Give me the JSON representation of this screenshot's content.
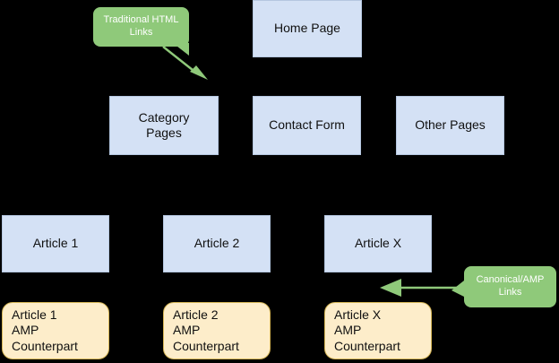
{
  "diagram": {
    "title": "AMP site structure diagram",
    "colors": {
      "background": "#000000",
      "page_box_fill": "#d4e1f5",
      "page_box_stroke": "#b5c7e0",
      "amp_box_fill": "#fdedca",
      "amp_box_stroke": "#d6b656",
      "callout_fill": "#8fc97a",
      "callout_text": "#ffffff",
      "arrow_color": "#8fc97a"
    },
    "callouts": [
      {
        "id": "traditional-html-links",
        "label": "Traditional HTML\nLinks"
      },
      {
        "id": "canonical-amp-links",
        "label": "Canonical/AMP\nLinks"
      }
    ],
    "pages": {
      "home": "Home Page",
      "category": "Category\nPages",
      "contact": "Contact Form",
      "other": "Other Pages"
    },
    "articles": [
      {
        "id": "article-1",
        "label": "Article 1"
      },
      {
        "id": "article-2",
        "label": "Article 2"
      },
      {
        "id": "article-x",
        "label": "Article X"
      }
    ],
    "amp_counterparts": [
      {
        "id": "article-1-amp",
        "label": "Article 1\nAMP\nCounterpart"
      },
      {
        "id": "article-2-amp",
        "label": "Article 2\nAMP\nCounterpart"
      },
      {
        "id": "article-x-amp",
        "label": "Article X\nAMP\nCounterpart"
      }
    ]
  }
}
